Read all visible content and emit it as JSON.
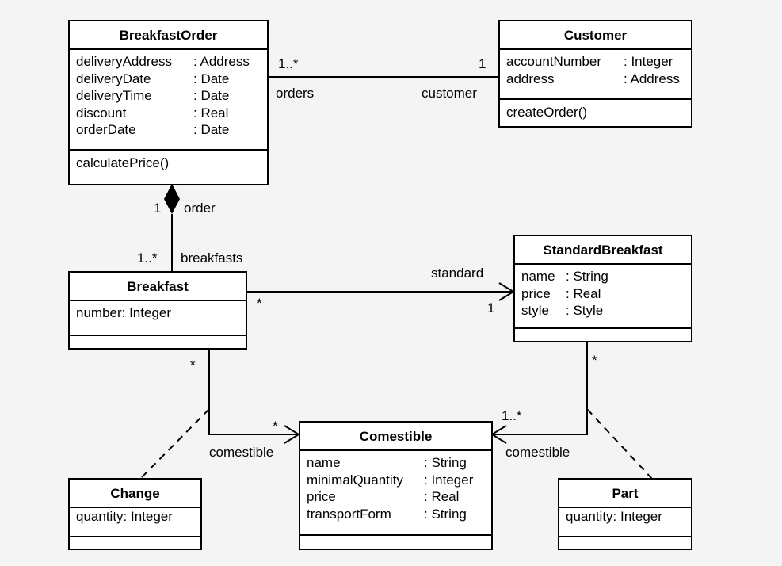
{
  "classes": {
    "breakfast_order": {
      "name": "BreakfastOrder",
      "attributes": [
        {
          "name": "deliveryAddress",
          "type": ": Address"
        },
        {
          "name": "deliveryDate",
          "type": ": Date"
        },
        {
          "name": "deliveryTime",
          "type": ": Date"
        },
        {
          "name": "discount",
          "type": ": Real"
        },
        {
          "name": "orderDate",
          "type": ": Date"
        }
      ],
      "operations": [
        "calculatePrice()"
      ]
    },
    "customer": {
      "name": "Customer",
      "attributes": [
        {
          "name": "accountNumber",
          "type": ": Integer"
        },
        {
          "name": "address",
          "type": ": Address"
        }
      ],
      "operations": [
        "createOrder()"
      ]
    },
    "standard_breakfast": {
      "name": "StandardBreakfast",
      "attributes": [
        {
          "name": "name",
          "type": ": String"
        },
        {
          "name": "price",
          "type": ": Real"
        },
        {
          "name": "style",
          "type": ": Style"
        }
      ]
    },
    "breakfast": {
      "name": "Breakfast",
      "attributes": [
        {
          "name": "number",
          "type": ": Integer"
        }
      ]
    },
    "comestible": {
      "name": "Comestible",
      "attributes": [
        {
          "name": "name",
          "type": ": String"
        },
        {
          "name": "minimalQuantity",
          "type": ": Integer"
        },
        {
          "name": "price",
          "type": ": Real"
        },
        {
          "name": "transportForm",
          "type": ": String"
        }
      ]
    },
    "change": {
      "name": "Change",
      "attributes": [
        {
          "name": "quantity",
          "type": ": Integer"
        }
      ]
    },
    "part": {
      "name": "Part",
      "attributes": [
        {
          "name": "quantity",
          "type": ": Integer"
        }
      ]
    }
  },
  "associations": {
    "order_customer": {
      "mult_order": "1..*",
      "role_order": "orders",
      "mult_customer": "1",
      "role_customer": "customer"
    },
    "order_breakfast": {
      "mult_order": "1",
      "role_order": "order",
      "mult_breakfast": "1..*",
      "role_breakfast": "breakfasts"
    },
    "breakfast_standard": {
      "mult_breakfast": "*",
      "role_standard": "standard",
      "mult_standard": "1"
    },
    "breakfast_comestible": {
      "mult_breakfast": "*",
      "mult_comestible": "*",
      "role_comestible": "comestible"
    },
    "standard_comestible": {
      "mult_standard": "*",
      "mult_comestible": "1..*",
      "role_comestible": "comestible"
    }
  }
}
